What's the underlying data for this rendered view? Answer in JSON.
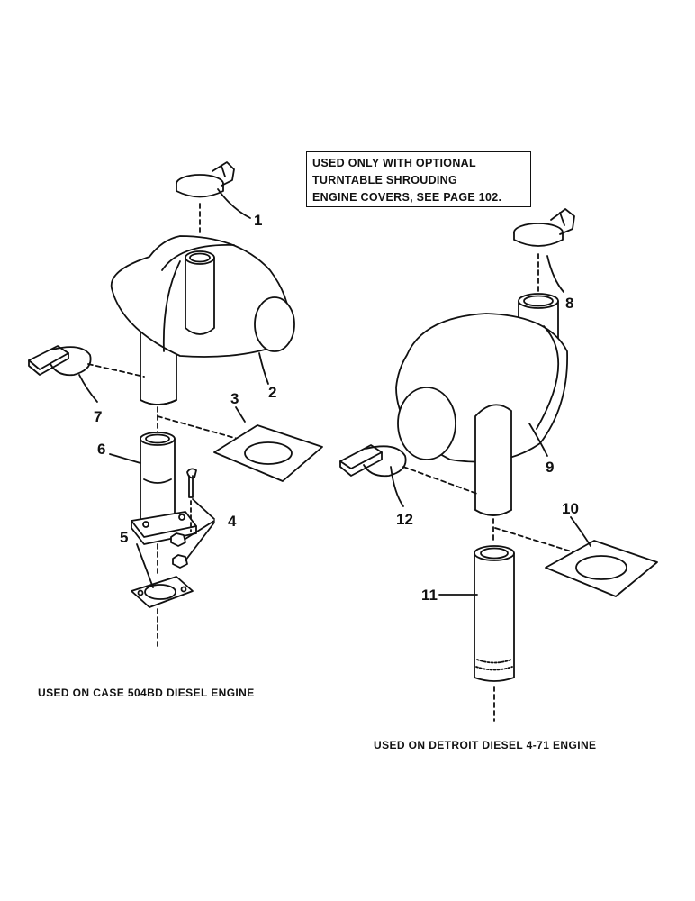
{
  "note": {
    "lines": [
      "USED ONLY WITH OPTIONAL",
      "TURNTABLE SHROUDING",
      "ENGINE COVERS, SEE PAGE 102."
    ]
  },
  "captions": {
    "left": "USED ON CASE 504BD DIESEL ENGINE",
    "right": "USED ON DETROIT DIESEL 4-71 ENGINE"
  },
  "callouts": {
    "p1": "1",
    "p2": "2",
    "p3": "3",
    "p4": "4",
    "p5": "5",
    "p6": "6",
    "p7": "7",
    "p8": "8",
    "p9": "9",
    "p10": "10",
    "p11": "11",
    "p12": "12"
  },
  "parts": {
    "p1": "rain-cap-icon",
    "p2": "muffler-icon",
    "p3": "gasket-icon",
    "p4": "bolt-nut-icon",
    "p5": "flange-gasket-icon",
    "p6": "exhaust-pipe-icon",
    "p7": "u-clamp-icon",
    "p8": "rain-cap-icon",
    "p9": "muffler-icon",
    "p10": "gasket-icon",
    "p11": "exhaust-pipe-icon",
    "p12": "u-clamp-icon"
  }
}
